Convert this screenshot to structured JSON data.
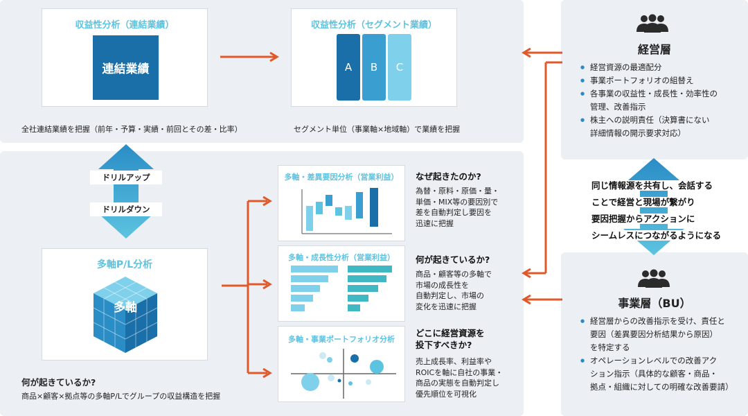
{
  "top_left": {
    "title": "収益性分析（連結業績）",
    "box_label": "連結業績",
    "caption": "全社連結業績を把握（前年・予算・実績・前回とその差・比率）"
  },
  "top_mid": {
    "title": "収益性分析（セグメント業績）",
    "bars": [
      "A",
      "B",
      "C"
    ],
    "caption": "セグメント単位（事業軸×地域軸）で業績を把握"
  },
  "drill": {
    "up": "ドリルアップ",
    "down": "ドリルダウン"
  },
  "pl": {
    "title": "多軸P/L分析",
    "cube_label": "多軸",
    "heading": "何が起きているか?",
    "caption": "商品×顧客×拠点等の多軸P/Lでグループの収益構造を把握"
  },
  "analyses": [
    {
      "title": "多軸・差異要因分析（営業利益）",
      "question": "なぜ起きたのか?",
      "body": [
        "為替・原料・原価・量・",
        "単価・MIX等の要因別で",
        "差を自動判定し要因を",
        "迅速に把握"
      ]
    },
    {
      "title": "多軸・成長性分析（営業利益）",
      "question": "何が起きているか?",
      "body": [
        "商品・顧客等の多軸で",
        "市場の成長性を",
        "自動判定し、市場の",
        "変化を迅速に把握"
      ]
    },
    {
      "title": "多軸・事業ポートフォリオ分析",
      "question": "どこに経営資源を\n投下すべきか?",
      "body": [
        "売上成長率、利益率や",
        "ROICを軸に自社の事業・",
        "商品の実態を自動判定し",
        "優先順位を可視化"
      ]
    }
  ],
  "management": {
    "title": "経営層",
    "items": [
      "経営資源の最適配分",
      "事業ポートフォリオの組替え",
      "各事業の収益性・成長性・効率性の\n管理、改善指示",
      "株主への説明責任（決算書にない\n詳細情報の開示要求対応）"
    ]
  },
  "center_message": [
    "同じ情報源を共有し、会話する",
    "ことで経営と現場が繋がり",
    "要因把握からアクションに",
    "シームレスにつながるようになる"
  ],
  "bu": {
    "title": "事業層（BU）",
    "items": [
      "経営層からの改善指示を受け、責任と\n要因（差異要因分析結果から原因）\nを特定する",
      "オペレーションレベルでの改善アク\nション指示（具体的な顧客・商品・\n拠点・組織に対しての明確な改善要請）"
    ]
  },
  "colors": {
    "accent_orange": "#e0592a",
    "teal": "#5cc3e0",
    "blue_dark": "#1b6fa8",
    "panel_bg": "#eceff3"
  }
}
